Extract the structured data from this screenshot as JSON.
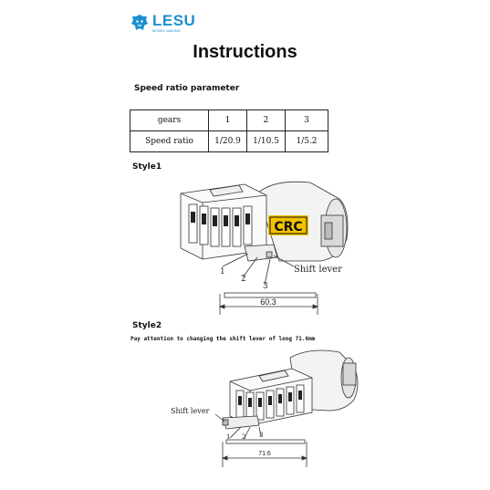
{
  "brand": {
    "name": "LESU",
    "tagline": "MODEL MAKING"
  },
  "page_title": "Instructions",
  "speed_ratio": {
    "heading": "Speed ratio parameter",
    "rows": [
      [
        "gears",
        "1",
        "2",
        "3"
      ],
      [
        "Speed ratio",
        "1/20.9",
        "1/10.5",
        "1/5.2"
      ]
    ]
  },
  "style1": {
    "heading": "Style1",
    "badge": "CRC",
    "shift_label": "Shift lever",
    "positions": [
      "1",
      "2",
      "3"
    ],
    "dimension": "60.3"
  },
  "style2": {
    "heading": "Style2",
    "note": "Pay attention to changing the shift lever of long 71.6mm",
    "shift_label": "Shift lever",
    "positions": [
      "1",
      "2",
      "3"
    ],
    "dimension": "71.6"
  },
  "colors": {
    "brand": "#1d8fd1",
    "badge_bg": "#f2c200",
    "line": "#333333"
  }
}
